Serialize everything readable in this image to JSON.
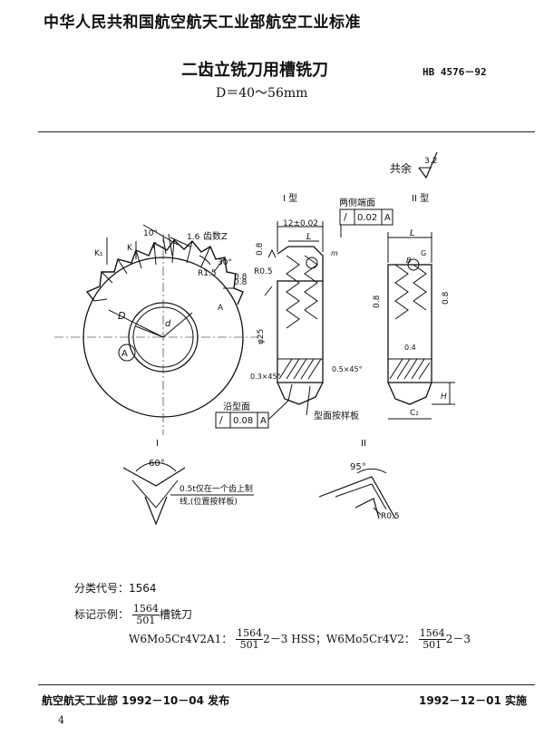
{
  "header": {
    "organization_standard": "中华人民共和国航空航天工业部航空工业标准"
  },
  "title": {
    "main": "二齿立铣刀用槽铣刀",
    "standard_no": "HB 4576－92",
    "range": "D＝40～56mm"
  },
  "drawing": {
    "surface_note": "共余",
    "roughness_top": "3.2",
    "type1_label": "I 型",
    "type2_label": "II 型",
    "two_faces_label": "两侧端面",
    "tol_sym": "/",
    "tol_val": "0.02",
    "tol_datum": "A",
    "dim_12": "12±0.02",
    "dim_L": "L",
    "dim_L2": "L",
    "dim_m": "m",
    "dim_B": "B",
    "dim_G": "G",
    "label_K1": "K₁",
    "label_K": "K",
    "angle_10": "10°",
    "label_f": "f",
    "r16": "1.6",
    "teeth": "齿数Z",
    "angle_30": "30°",
    "r15": "R1.5",
    "r08a": "0.8",
    "r08b": "0.8",
    "r08c": "0.8",
    "r08d": "0.8",
    "r08e": "0.8",
    "r05": "R0.5",
    "label_D": "D",
    "label_d": "d",
    "label_A": "A",
    "label_A2": "A",
    "label_I": "I",
    "label_II": "II",
    "phi25": "φ25",
    "c03": "0.3×45°",
    "c05": "0.5×45°",
    "r04": "0.4",
    "label_H": "H",
    "label_C2": "C₂",
    "profile_face": "沿型面",
    "tol2_sym": "/",
    "tol2_val": "0.08",
    "tol2_datum": "A",
    "profile_template": "型面按样板",
    "det1_label": "I",
    "det1_angle": "60°",
    "det1_note_1": "0.5t仅在一个齿上制",
    "det1_note_2": "线,(位置按样板)",
    "det2_label": "II",
    "det2_angle": "95°",
    "det2_r": "R0.5"
  },
  "classification": {
    "label": "分类代号：",
    "code": "1564"
  },
  "marking": {
    "label": "标记示例：",
    "num": "1564",
    "den": "501",
    "suffix": "槽铣刀",
    "ex_a": "W6Mo5Cr4V2A1：",
    "ex_a_num": "1564",
    "ex_a_den": "501",
    "ex_a_tail": "2－3 HSS；W6Mo5Cr4V2：",
    "ex_b_num": "1564",
    "ex_b_den": "501",
    "ex_b_tail": "2－3"
  },
  "footer": {
    "issued": "航空航天工业部 1992－10－04 发布",
    "effective": "1992－12－01 实施",
    "page": "4"
  }
}
